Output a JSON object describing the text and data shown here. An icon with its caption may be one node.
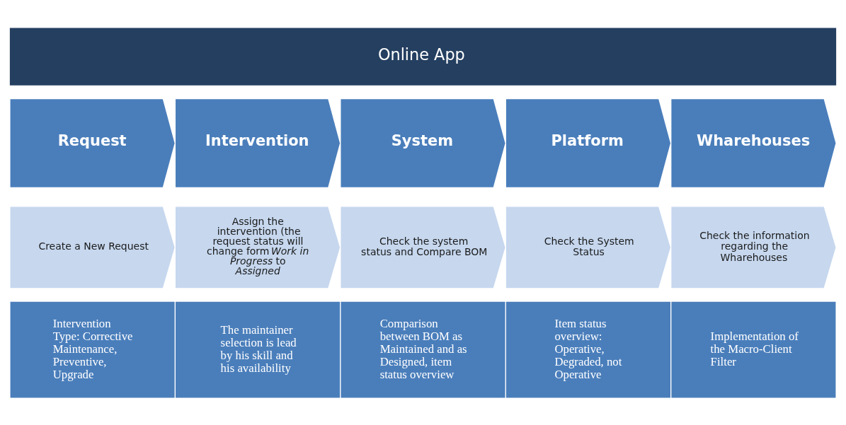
{
  "diagram": {
    "nodes": [
      {
        "text": [
          "Online App"
        ]
      },
      {
        "text": [
          "Request"
        ]
      },
      {
        "text": [
          "Intervention"
        ]
      },
      {
        "text": [
          "System"
        ]
      },
      {
        "text": [
          "Platform"
        ]
      },
      {
        "text": [
          "Wharehouses"
        ]
      },
      {
        "text": [
          "Create a New Request"
        ]
      },
      {
        "text": [
          "Assign the intervention (the request status will change form *Work in Progress* to *Assigned*"
        ]
      },
      {
        "text": [
          "Check the system status and Compare BOM"
        ]
      },
      {
        "text": [
          "Check the System Status"
        ]
      },
      {
        "text": [
          "Check the information regarding the Wharehouses"
        ]
      },
      {
        "text": [
          "Intervention Type: Corrective Maintenance, Preventive, Upgrade"
        ]
      },
      {
        "text": [
          "The maintainer selection is lead by his skill and his availability"
        ]
      },
      {
        "text": [
          "Comparison between BOM as Maintained and as Designed, item status overview"
        ]
      },
      {
        "text": [
          "Item status overview: Operative, Degraded, not Operative"
        ]
      },
      {
        "text": [
          "Implementation of the Macro-Client Filter"
        ]
      }
    ],
    "edges": []
  }
}
